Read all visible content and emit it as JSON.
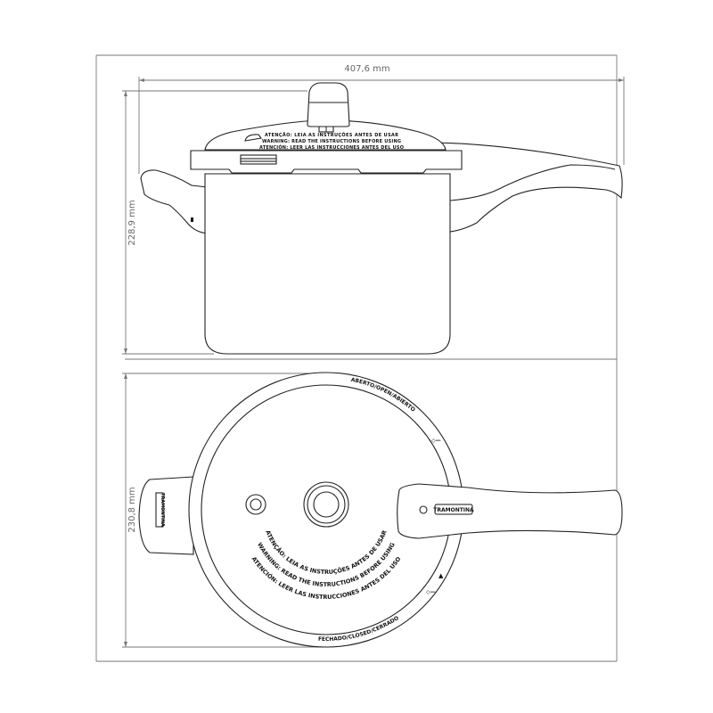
{
  "dimensions": {
    "width": "407,6 mm",
    "height": "228,9 mm",
    "diameter": "230,8 mm"
  },
  "side_view": {
    "lid_warning_lines": [
      "ATENÇÃO: LEIA AS INSTRUÇÕES ANTES DE USAR",
      "WARNING: READ THE INSTRUCTIONS BEFORE USING",
      "ATENCIÓN: LEER LAS INSTRUCCIONES ANTES DEL USO"
    ]
  },
  "top_view": {
    "open_label": "ABERTO/OPEN/ABIERTO",
    "closed_label": "FECHADO/CLOSED/CERRADO",
    "warning_lines": [
      "ATENÇÃO: LEIA AS INSTRUÇÕES ANTES DE USAR",
      "WARNING: READ THE INSTRUCTIONS BEFORE USING",
      "ATENCIÓN: LEER LAS INSTRUCCIONES ANTES DEL USO"
    ],
    "handle_brand": "TRAMONTINA",
    "side_handle_brand": "TRAMONTINA"
  },
  "colors": {
    "line": "#222222",
    "dimension": "#777777"
  }
}
